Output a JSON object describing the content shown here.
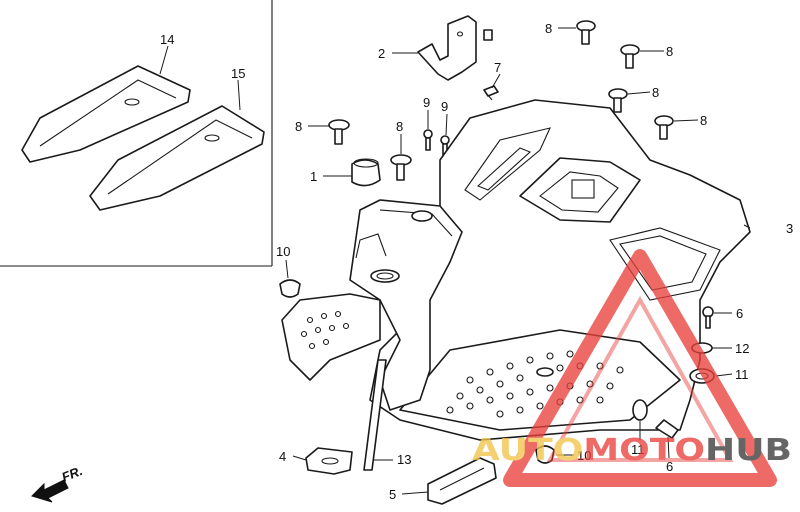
{
  "callouts": {
    "n1": "1",
    "n2": "2",
    "n3": "3",
    "n4": "4",
    "n5": "5",
    "n6a": "6",
    "n6b": "6",
    "n7": "7",
    "n8a": "8",
    "n8b": "8",
    "n8c": "8",
    "n8d": "8",
    "n8e": "8",
    "n8f": "8",
    "n9a": "9",
    "n9b": "9",
    "n10a": "10",
    "n10b": "10",
    "n11a": "11",
    "n11b": "11",
    "n12": "12",
    "n13": "13",
    "n14": "14",
    "n15": "15"
  },
  "direction_label": "FR.",
  "watermark": {
    "logo_text": "AUTOMOTOHUB",
    "colors": {
      "accent": "#e8413c",
      "gold": "#f3c44a",
      "dark": "#3a3a3a"
    }
  }
}
